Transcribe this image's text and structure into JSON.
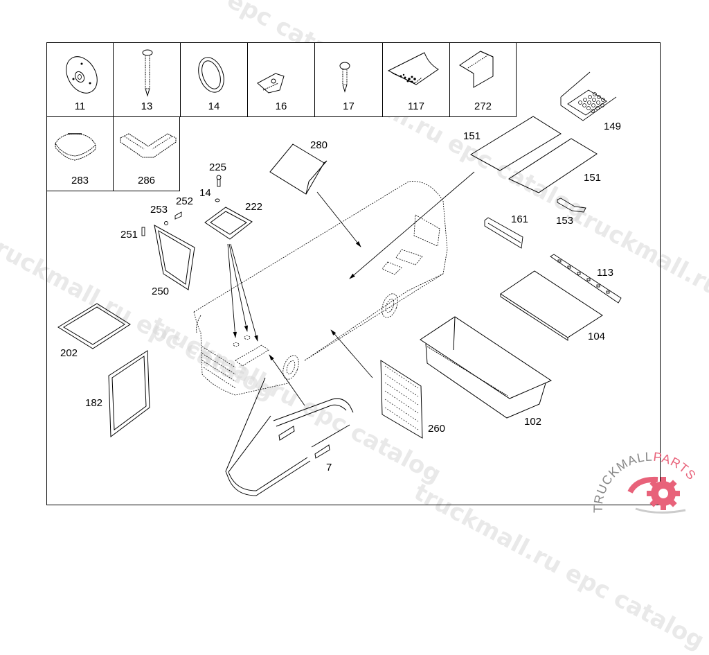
{
  "diagram": {
    "type": "exploded parts diagram",
    "subject": "van body panels, storage box and trim parts"
  },
  "parts_table": {
    "row1": [
      {
        "id": "11",
        "icon": "washer-plate-icon"
      },
      {
        "id": "13",
        "icon": "long-screw-icon"
      },
      {
        "id": "14",
        "icon": "o-ring-icon"
      },
      {
        "id": "16",
        "icon": "spring-clip-icon"
      },
      {
        "id": "17",
        "icon": "short-screw-icon"
      },
      {
        "id": "117",
        "icon": "parts-bag-icon"
      },
      {
        "id": "272",
        "icon": "bracket-cover-icon"
      }
    ],
    "row2": [
      {
        "id": "283",
        "icon": "corner-cap-icon"
      },
      {
        "id": "286",
        "icon": "corner-joint-icon"
      }
    ]
  },
  "callouts": {
    "c149": "149",
    "c151a": "151",
    "c151b": "151",
    "c280": "280",
    "c225": "225",
    "c14": "14",
    "c252": "252",
    "c253": "253",
    "c222": "222",
    "c251": "251",
    "c250": "250",
    "c161": "161",
    "c153": "153",
    "c113": "113",
    "c104": "104",
    "c202": "202",
    "c182": "182",
    "c102": "102",
    "c260": "260",
    "c7": "7"
  },
  "watermark": {
    "text_a": "truckmall.ru epc catalog",
    "text_b": "epc catalog",
    "color": "#d8d8d8"
  },
  "logo": {
    "text_main": "TRUCKMALL",
    "text_accent": "PARTS",
    "accent_color": "#e8627a"
  }
}
